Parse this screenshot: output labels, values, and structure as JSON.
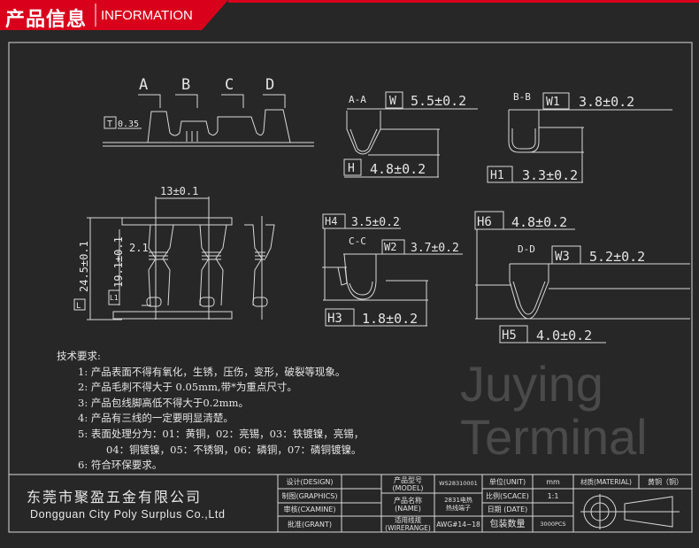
{
  "header": {
    "title_cn": "产品信息",
    "title_en": "INFORMATION",
    "accent": "#d9001b"
  },
  "watermark": "Juying Terminal",
  "drawing": {
    "section_labels": [
      "A",
      "B",
      "C",
      "D"
    ],
    "thickness": {
      "box": "T",
      "value": "0.35"
    },
    "pitch": "13±0.1",
    "length_total": "24.5±0.1",
    "length_inner": "19.1±0.1",
    "dim_small": "2.1",
    "length_box_outer": "L",
    "length_box_inner": "L1",
    "sections": [
      {
        "name": "A-A",
        "w_box": "W",
        "w_val": "5.5±0.2",
        "h_box": "H",
        "h_val": "4.8±0.2"
      },
      {
        "name": "B-B",
        "w_box": "W1",
        "w_val": "3.8±0.2",
        "h_box": "H1",
        "h_val": "3.3±0.2"
      },
      {
        "name": "C-C",
        "w_box": "W2",
        "w_val": "3.7±0.2",
        "h_box": "H3",
        "h_val": "1.8±0.2",
        "h2_box": "H4",
        "h2_val": "3.5±0.2"
      },
      {
        "name": "D-D",
        "w_box": "W3",
        "w_val": "5.2±0.2",
        "h_box": "H5",
        "h_val": "4.0±0.2",
        "h2_box": "H6",
        "h2_val": "4.8±0.2"
      }
    ]
  },
  "requirements": {
    "title": "技术要求:",
    "items": [
      "1: 产品表面不得有氧化，生锈，压伤，变形，破裂等现象。",
      "2: 产品毛刺不得大于 0.05mm,带*为重点尺寸。",
      "3: 产品包线脚高低不得大于0.2mm。",
      "4: 产品有三线的一定要明显清楚。",
      "5: 表面处理分为：01：黄铜，02：亮锡，03：铁镀镍，亮锡，",
      "04：铜镀镍，05：不锈钢，06：磷铜，07：磷铜镀镍。",
      "6: 符合环保要求。"
    ]
  },
  "title_block": {
    "company_cn": "东莞市聚盈五金有限公司",
    "company_en": "Dongguan City Poly Surplus Co.,Ltd",
    "design": "设计(DESIGN)",
    "graphics": "制图(GRAPHICS)",
    "examine": "审核(CXAMINE)",
    "grant": "批准(GRANT)",
    "model_label": "产品型号\n(MODEL)",
    "model_value": "WS28310001",
    "name_label": "产品名称\n(NAME)",
    "name_value": "2831电热\n热线端子",
    "wire_label": "适用线规\n(WIRERANGE)",
    "wire_value": "AWG#14~18",
    "unit_label": "单位(UNIT)",
    "unit_value": "mm",
    "scale_label": "比例(SCACE)",
    "scale_value": "1:1",
    "date_label": "日期 (DATE)",
    "date_value": "",
    "pack_label": "包装数量",
    "pack_value": "3000PCS",
    "material_label": "材质(MATERIAL)",
    "material_value": "黄铜（铜）"
  }
}
